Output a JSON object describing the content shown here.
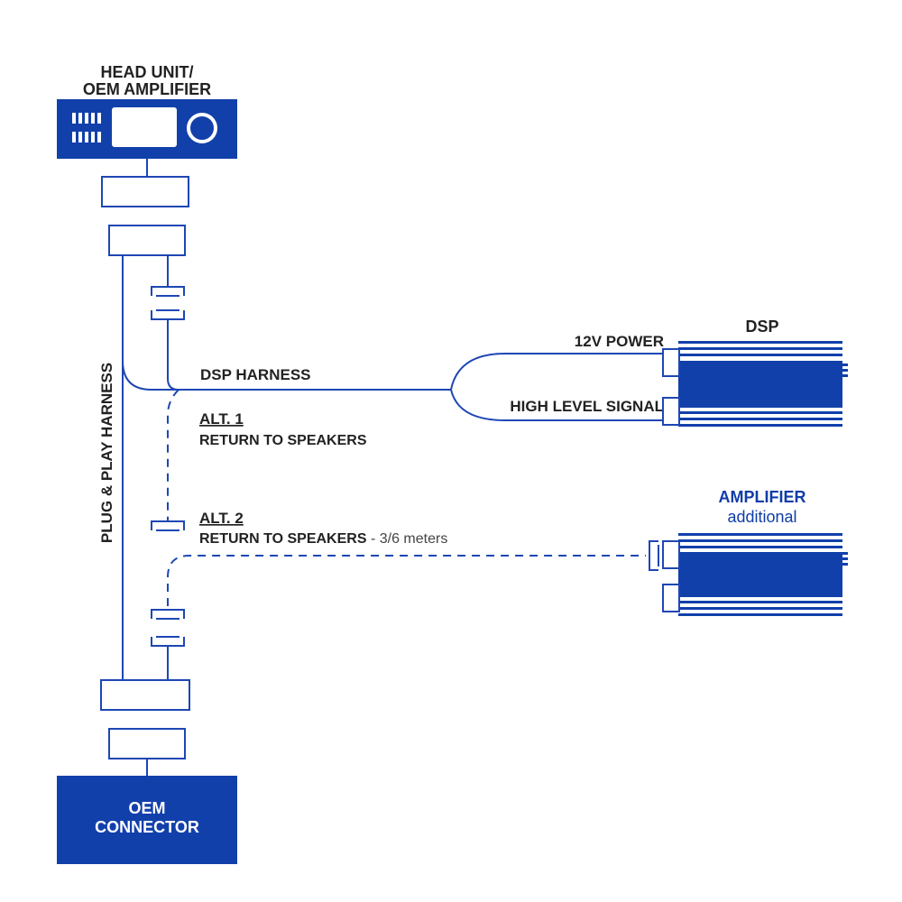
{
  "head_unit": {
    "line1": "HEAD UNIT/",
    "line2": "OEM AMPLIFIER"
  },
  "labels": {
    "plug_play": "PLUG & PLAY HARNESS",
    "dsp_harness": "DSP HARNESS",
    "alt1_title": "ALT. 1",
    "alt1_text": "RETURN TO SPEAKERS",
    "alt2_title": "ALT. 2",
    "alt2_text": "RETURN TO SPEAKERS",
    "alt2_suffix": " - 3/6 meters",
    "power": "12V POWER",
    "signal": "HIGH LEVEL SIGNAL"
  },
  "dsp": {
    "title": "DSP"
  },
  "amplifier": {
    "title": "AMPLIFIER",
    "subtitle": "additional"
  },
  "oem_connector": {
    "line1": "OEM",
    "line2": "CONNECTOR"
  },
  "colors": {
    "primary": "#1240ab",
    "line": "#1e47b4",
    "text": "#222222"
  }
}
